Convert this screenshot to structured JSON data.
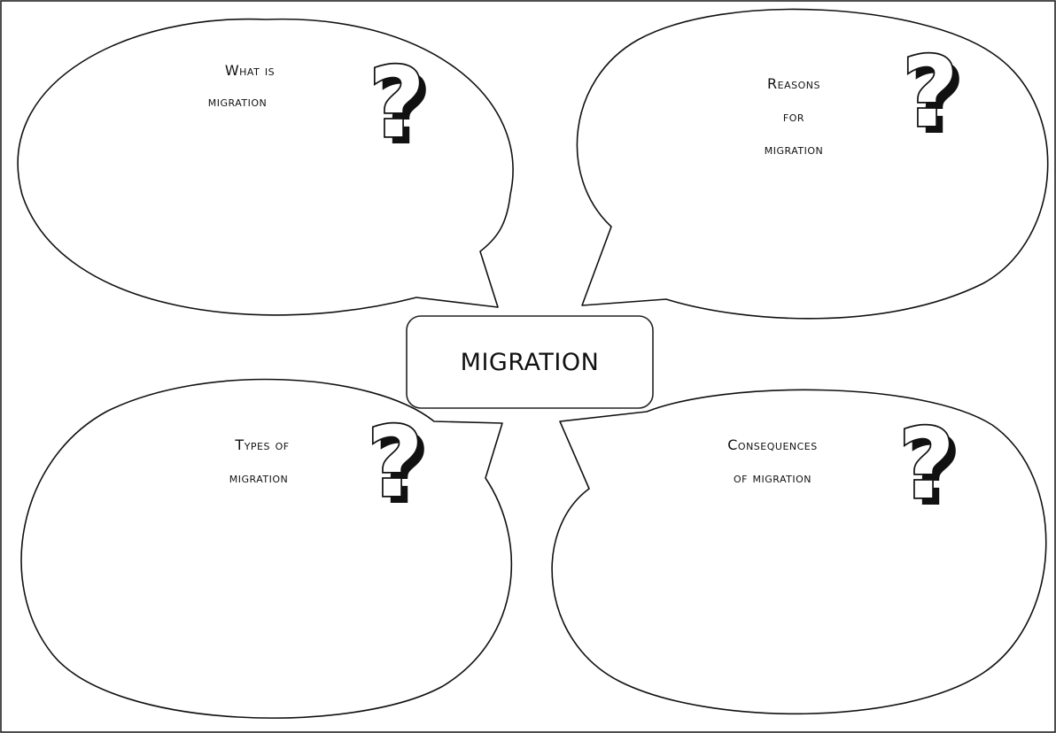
{
  "center": {
    "label": "MIGRATION"
  },
  "bubbles": [
    {
      "lines": [
        "What is",
        "migration"
      ],
      "icon": "question-mark-icon"
    },
    {
      "lines": [
        "Reasons",
        "for",
        "migration"
      ],
      "icon": "question-mark-icon"
    },
    {
      "lines": [
        "Types of",
        "migration"
      ],
      "icon": "question-mark-icon"
    },
    {
      "lines": [
        "Consequences",
        "of migration"
      ],
      "icon": "question-mark-icon"
    }
  ],
  "icon_glyph": "?"
}
